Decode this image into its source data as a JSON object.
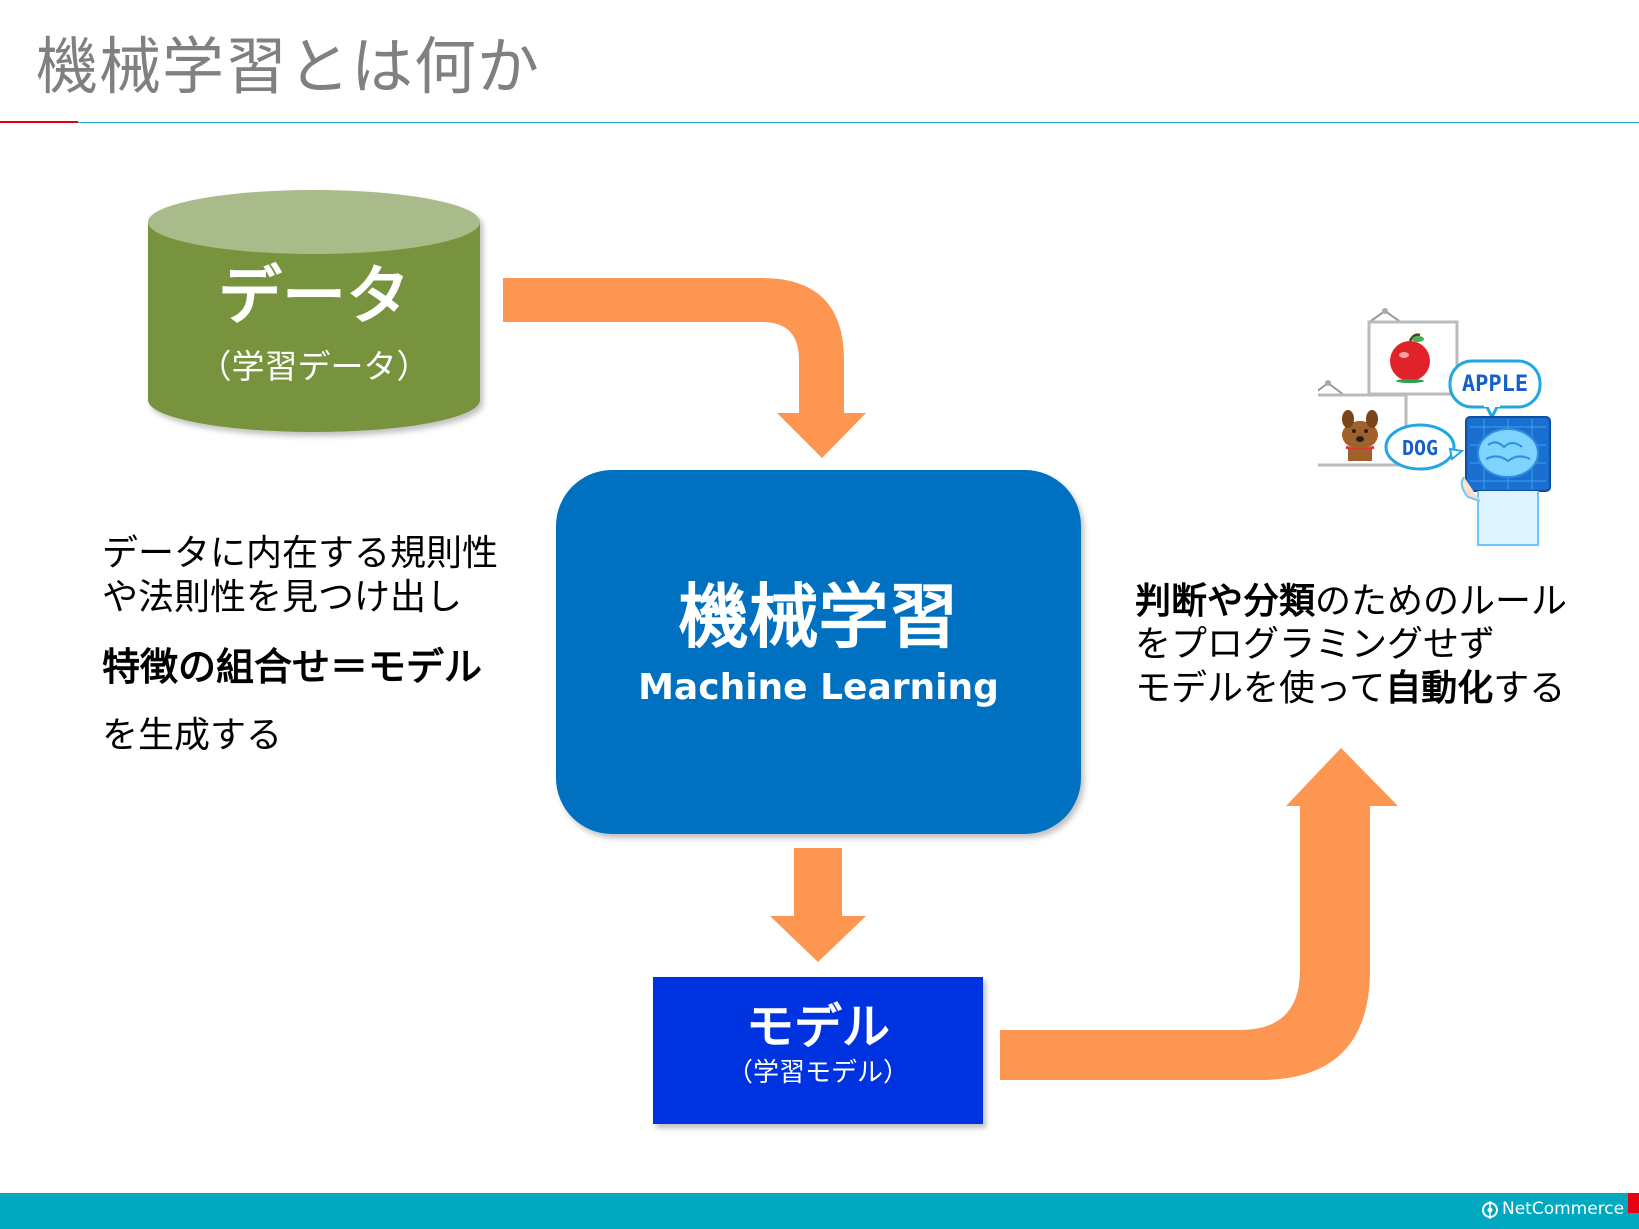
{
  "slide": {
    "title": "機械学習とは何か"
  },
  "data_cylinder": {
    "label": "データ",
    "sublabel": "（学習データ）"
  },
  "machine_learning_box": {
    "label": "機械学習",
    "sublabel": "Machine Learning"
  },
  "model_box": {
    "label": "モデル",
    "sublabel": "（学習モデル）"
  },
  "left_description": {
    "line1": "データに内在する規則性",
    "line2": "や法則性を見つけ出し",
    "line3": "特徴の組合せ＝モデル",
    "line4": "を生成する"
  },
  "right_description": {
    "line1_bold": "判断や分類",
    "line1_rest": "のためのルール",
    "line2": "をプログラミングせず",
    "line3_pre": "モデルを使って",
    "line3_bold": "自動化",
    "line3_post": "する"
  },
  "illustration": {
    "apple_bubble": "APPLE",
    "dog_bubble": "DOG"
  },
  "footer": {
    "brand": "NetCommerce"
  },
  "colors": {
    "arrow": "#fd9650",
    "cylinder_body": "#77933c",
    "cylinder_top": "#a9bb8a",
    "ml_box": "#0070c0",
    "model_box": "#0033e0",
    "footer": "#00a9bf",
    "accent_red": "#e60012"
  }
}
